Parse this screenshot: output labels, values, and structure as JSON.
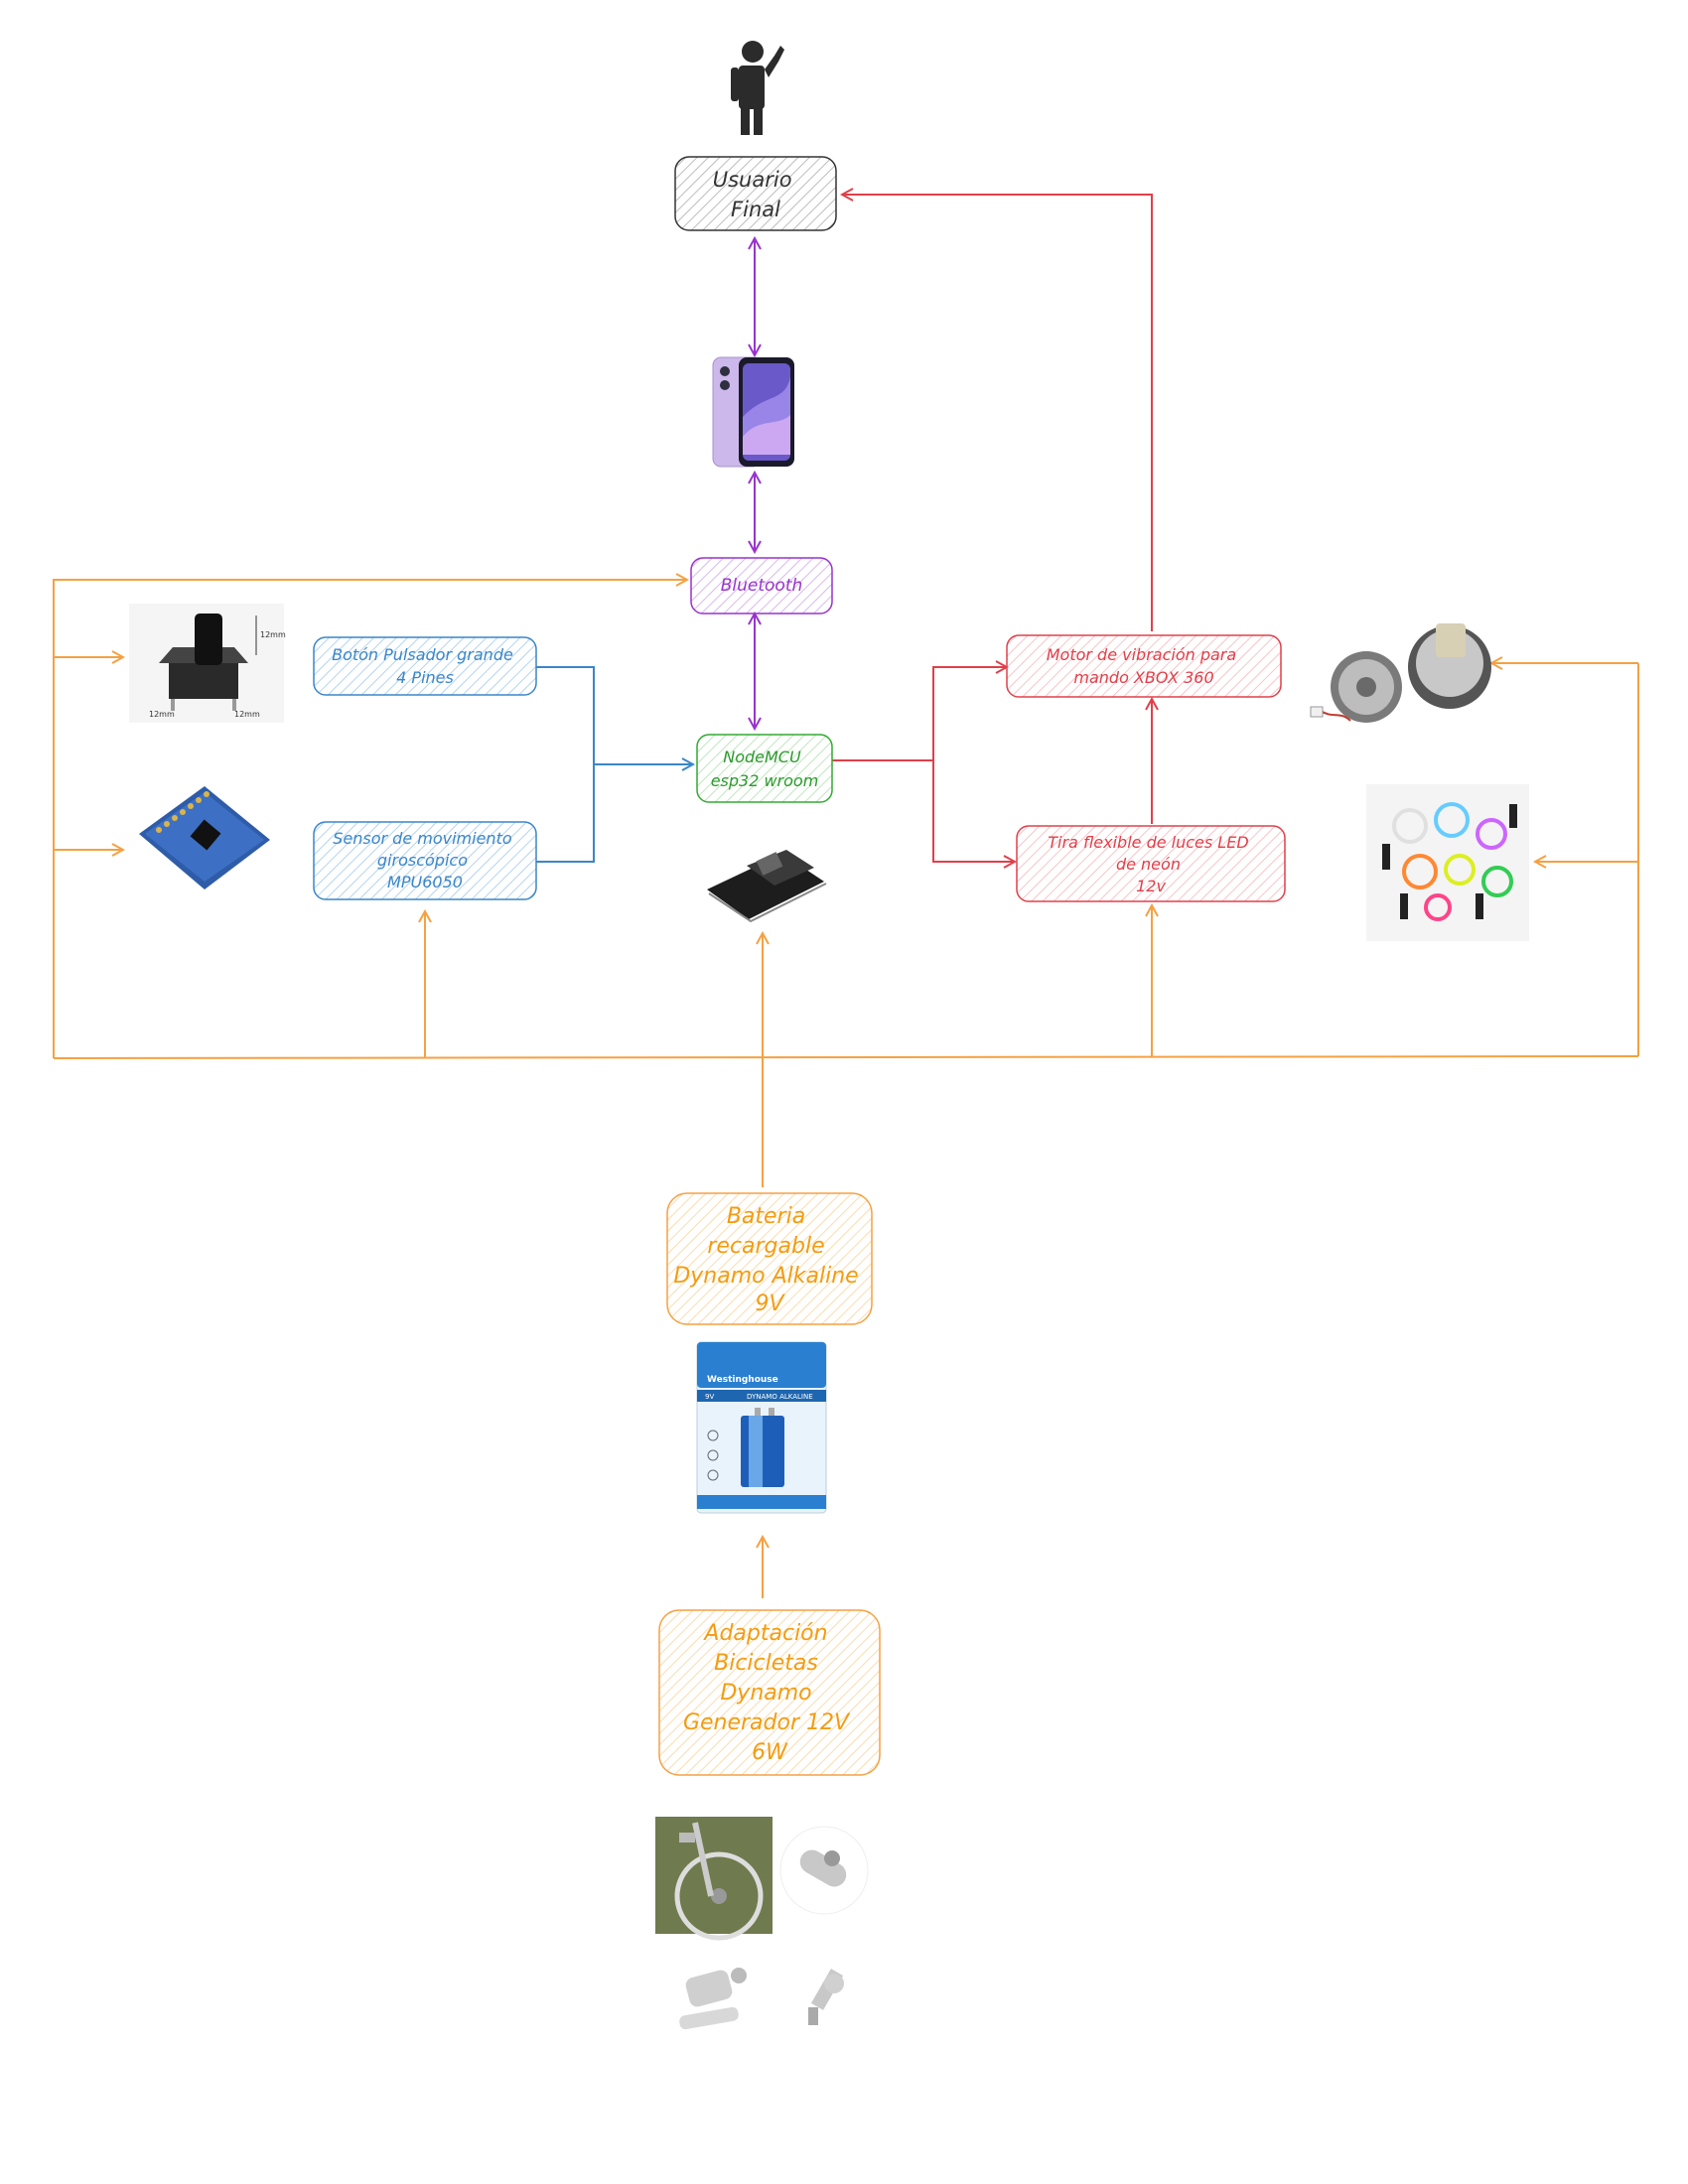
{
  "nodes": {
    "usuario": {
      "lines": [
        "Usuario",
        "Final"
      ],
      "color": "#333333",
      "fill": "#e6e6e6"
    },
    "bluetooth": {
      "lines": [
        "Bluetooth"
      ],
      "color": "#9933cc",
      "fill": "#e9d5f5"
    },
    "nodemcu": {
      "lines": [
        "NodeMCU",
        "esp32 wroom"
      ],
      "color": "#33aa33",
      "fill": "#d5f0d5"
    },
    "boton": {
      "lines": [
        "Botón Pulsador grande",
        "4 Pines"
      ],
      "color": "#3a86c8",
      "fill": "#cfe3f5"
    },
    "sensor": {
      "lines": [
        "Sensor de movimiento",
        "giroscópico",
        "MPU6050"
      ],
      "color": "#3a86c8",
      "fill": "#cfe3f5"
    },
    "motor": {
      "lines": [
        "Motor de vibración para",
        "mando XBOX 360"
      ],
      "color": "#e0404a",
      "fill": "#fbe0e2"
    },
    "tira": {
      "lines": [
        "Tira flexible de luces LED",
        "de neón",
        "12v"
      ],
      "color": "#e0404a",
      "fill": "#fbe0e2"
    },
    "bateria": {
      "lines": [
        "Bateria",
        "recargable",
        "Dynamo Alkaline",
        "9V"
      ],
      "color": "#f39c12",
      "fill": "#fdebd0"
    },
    "adaptacion": {
      "lines": [
        "Adaptación",
        "Bicicletas",
        "Dynamo",
        "Generador 12V",
        "6W"
      ],
      "color": "#f39c12",
      "fill": "#fdebd0"
    }
  },
  "battery_package": {
    "brand": "Westinghouse",
    "voltage": "9V",
    "product": "DYNAMO ALKALINE"
  },
  "button_photo": {
    "dims": [
      "12mm",
      "12mm",
      "12mm"
    ]
  },
  "colors": {
    "purple": "#9933cc",
    "red": "#e0404a",
    "blue": "#3a86c8",
    "orange": "#f5a142",
    "green": "#33aa33"
  }
}
